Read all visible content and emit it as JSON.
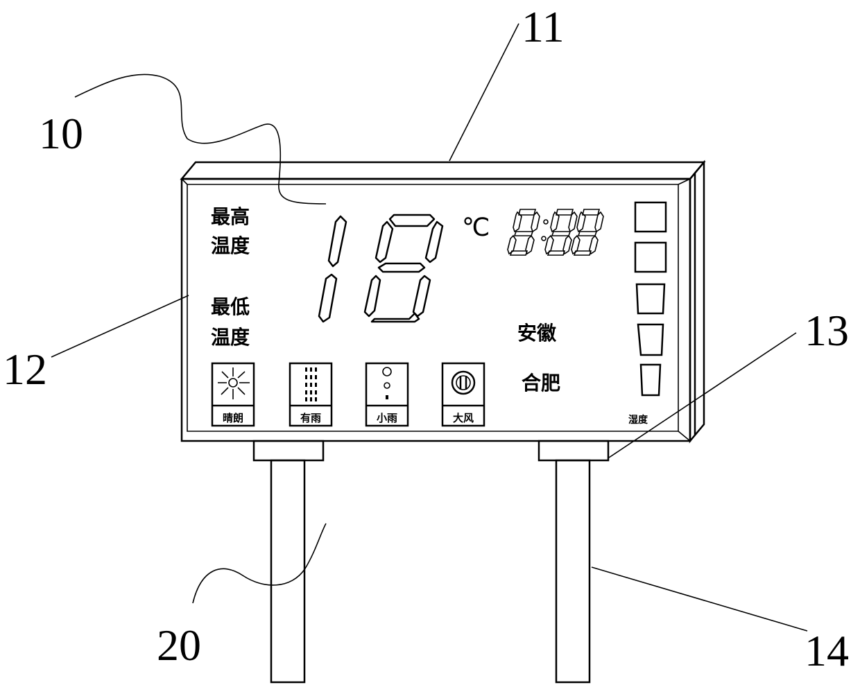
{
  "references": {
    "ref_10": "10",
    "ref_11": "11",
    "ref_12": "12",
    "ref_13": "13",
    "ref_14": "14",
    "ref_20": "20"
  },
  "display": {
    "max_temp_label_line1": "最高",
    "max_temp_label_line2": "温度",
    "min_temp_label_line1": "最低",
    "min_temp_label_line2": "温度",
    "temperature_unit": "℃",
    "location_line1": "安徽",
    "location_line2": "合肥",
    "humidity_label": "湿度"
  },
  "weather_icons": [
    {
      "icon": "sun-icon",
      "label": "晴朗"
    },
    {
      "icon": "rain-icon",
      "label": "有雨"
    },
    {
      "icon": "light-rain-icon",
      "label": "小雨"
    },
    {
      "icon": "wind-icon",
      "label": "大风"
    }
  ]
}
